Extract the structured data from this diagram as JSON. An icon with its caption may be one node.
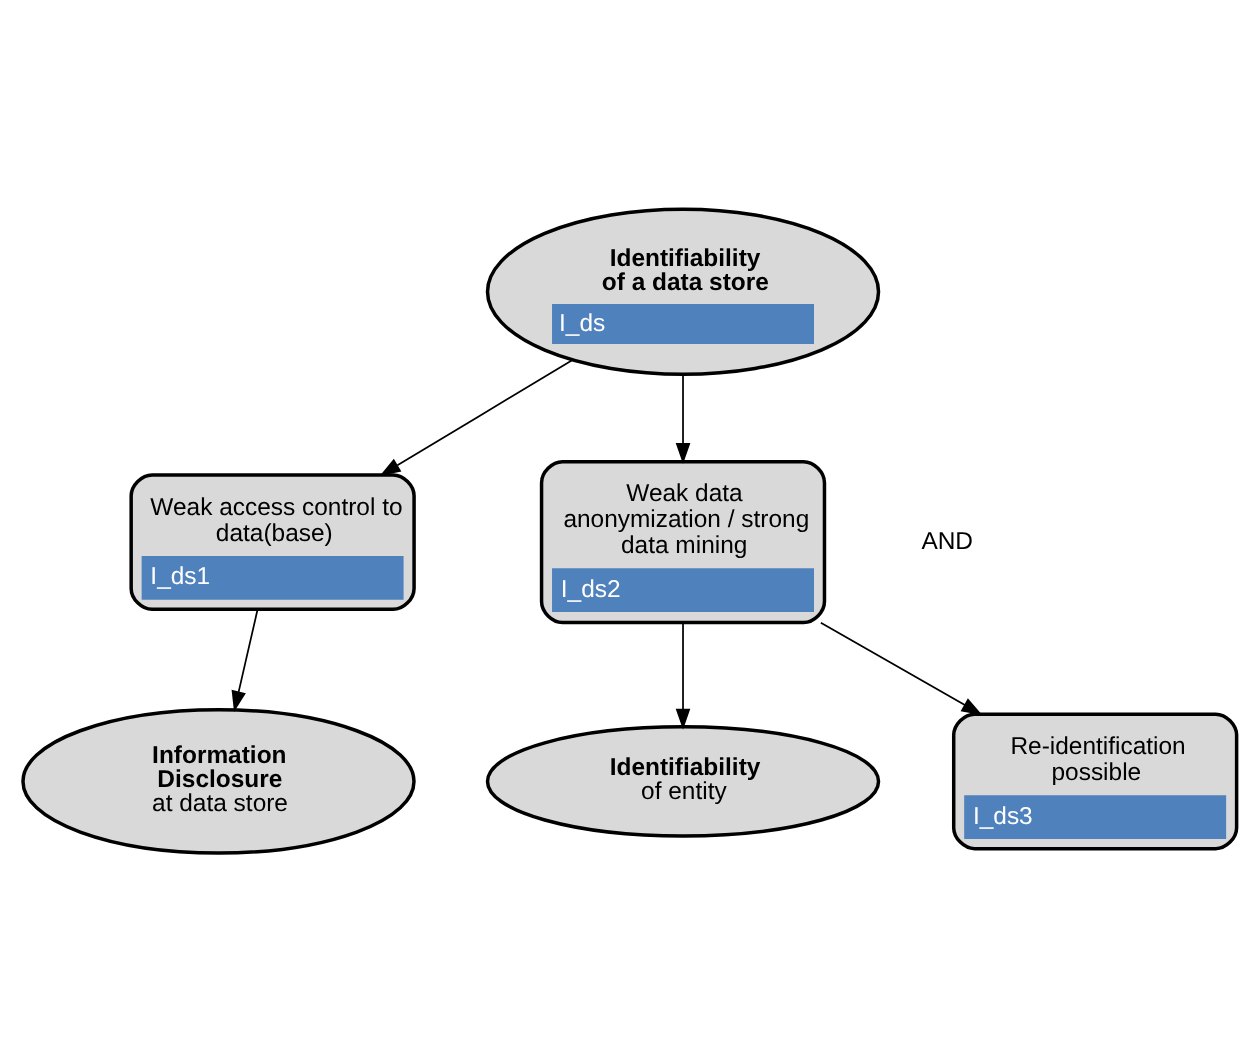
{
  "diagram": {
    "nodes": [
      {
        "text": [
          "**Identifiability of a data store**",
          "I_ds"
        ]
      },
      {
        "text": [
          "Weak access control to data(base)",
          "I_ds1"
        ]
      },
      {
        "text": [
          "Weak data anonymization / strong data mining",
          "I_ds2"
        ]
      },
      {
        "text": [
          "**Information Disclosure** at data store"
        ]
      },
      {
        "text": [
          "**Identifiability** of entity"
        ]
      },
      {
        "text": [
          "Re-identification possible",
          "I_ds3"
        ]
      }
    ],
    "edges": [
      {
        "from": 0,
        "to": 1,
        "arrow": "to"
      },
      {
        "from": 0,
        "to": 2,
        "arrow": "to"
      },
      {
        "from": 1,
        "to": 3,
        "arrow": "to"
      },
      {
        "from": 2,
        "to": 4,
        "arrow": "to"
      },
      {
        "from": 2,
        "to": 5,
        "arrow": "to"
      }
    ],
    "labels": [
      "AND"
    ]
  }
}
